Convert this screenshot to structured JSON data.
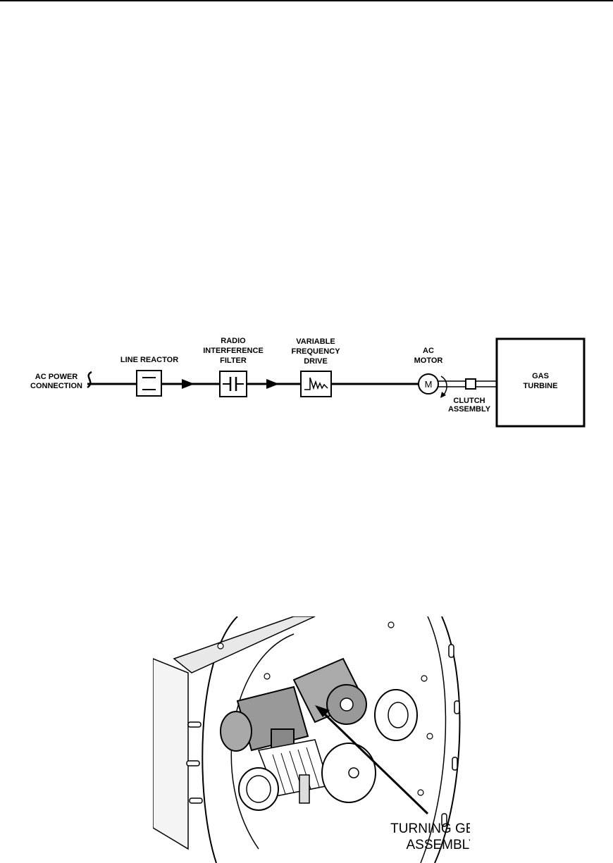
{
  "block_diagram": {
    "ac_power_connection": [
      "AC POWER",
      "CONNECTION"
    ],
    "line_reactor": "LINE REACTOR",
    "radio_interference_filter": [
      "RADIO",
      "INTERFERENCE",
      "FILTER"
    ],
    "variable_frequency_drive": [
      "VARIABLE",
      "FREQUENCY",
      "DRIVE"
    ],
    "ac_motor": [
      "AC",
      "MOTOR"
    ],
    "motor_symbol": "M",
    "clutch_assembly": [
      "CLUTCH",
      "ASSEMBLY"
    ],
    "gas_turbine": [
      "GAS",
      "TURBINE"
    ]
  },
  "illustration": {
    "callout": [
      "TURNING GEAR",
      "ASSEMBLY"
    ]
  }
}
